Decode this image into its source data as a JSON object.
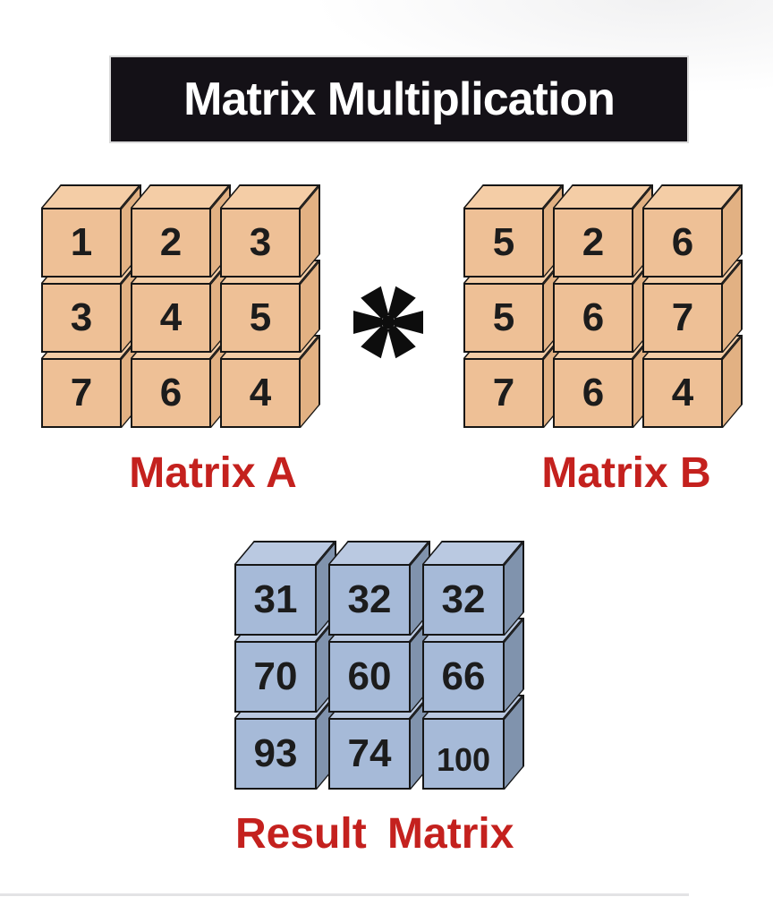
{
  "title": {
    "text": "Matrix Multiplication"
  },
  "operator": {
    "symbol": "*",
    "meaning": "multiplication"
  },
  "matrices": {
    "a": {
      "label": "Matrix A",
      "rows": [
        [
          1,
          2,
          3
        ],
        [
          3,
          4,
          5
        ],
        [
          7,
          6,
          4
        ]
      ]
    },
    "b": {
      "label": "Matrix B",
      "rows": [
        [
          5,
          2,
          6
        ],
        [
          5,
          6,
          7
        ],
        [
          7,
          6,
          4
        ]
      ]
    },
    "result": {
      "label": "Result Matrix",
      "rows": [
        [
          31,
          32,
          32
        ],
        [
          70,
          60,
          66
        ],
        [
          93,
          74,
          100
        ]
      ]
    }
  },
  "colors": {
    "title_bg": "#141117",
    "title_text": "#ffffff",
    "label_red": "#c4211e",
    "cube_outline": "#161616",
    "tan_front": "#eec096",
    "tan_top": "#f4cda6",
    "tan_side": "#e2b183",
    "blue_front": "#a6bad8",
    "blue_top": "#bac9e1",
    "blue_side": "#8093ad",
    "bottom_line": "#e3e3e5"
  }
}
